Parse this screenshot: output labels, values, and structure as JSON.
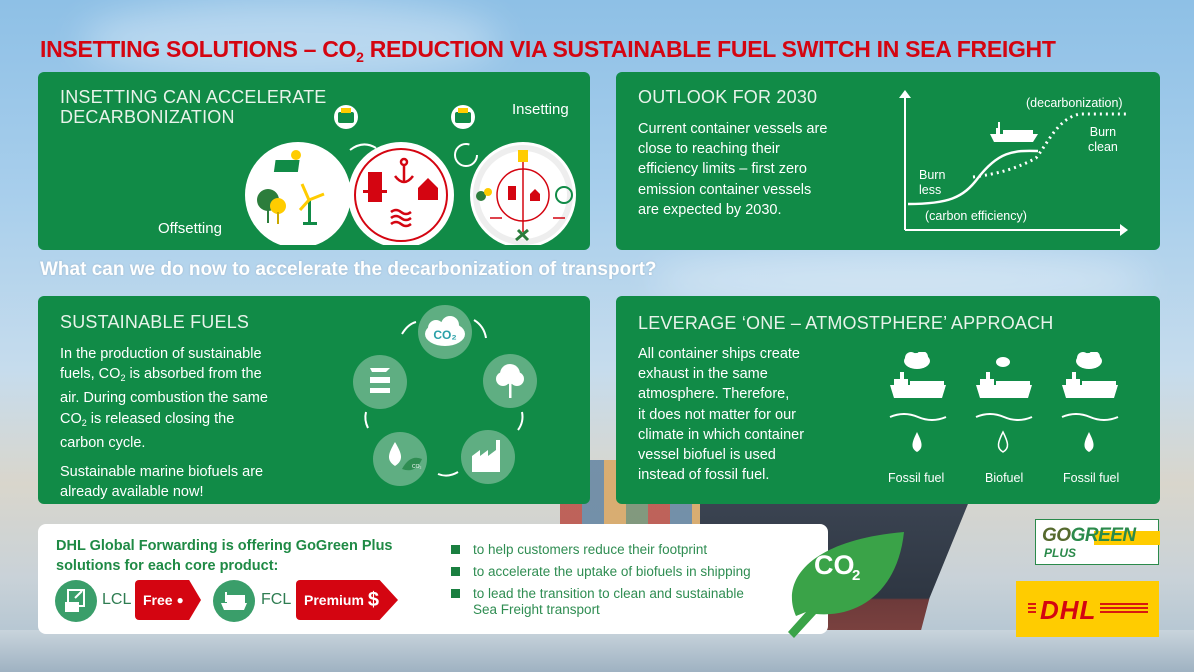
{
  "title": {
    "prefix": "INSETTING SOLUTIONS – CO",
    "sub": "2",
    "suffix": " REDUCTION VIA SUSTAINABLE FUEL SWITCH IN SEA FREIGHT"
  },
  "colors": {
    "title_red": "#d40511",
    "panel_green": "#118b47",
    "dhl_yellow": "#ffcc00",
    "text_green": "#1f8a45"
  },
  "panel_insetting": {
    "heading_line1": "INSETTING CAN ACCELERATE",
    "heading_line2": "DECARBONIZATION",
    "label_insetting": "Insetting",
    "label_offsetting": "Offsetting",
    "icons": [
      "wallet-icon",
      "solar-panel-icon",
      "trees-icon",
      "wind-turbine-icon",
      "anchor-icon",
      "port-icon",
      "house-icon",
      "waves-icon",
      "cycle-arrow-icon",
      "fuel-can-icon",
      "gears-icon",
      "wrench-icon",
      "no-truck-icon"
    ]
  },
  "panel_outlook": {
    "heading": "OUTLOOK FOR 2030",
    "body_lines": [
      "Current container vessels are",
      "close to reaching their",
      "efficiency limits – first zero",
      "emission container vessels",
      "are expected by 2030."
    ],
    "chart": {
      "label_decarbonization": "(decarbonization)",
      "label_burn_clean_1": "Burn",
      "label_burn_clean_2": "clean",
      "label_burn_less_1": "Burn",
      "label_burn_less_2": "less",
      "label_carbon_efficiency": "(carbon efficiency)"
    }
  },
  "question": "What can we do now to accelerate the decarbonization of transport?",
  "panel_fuels": {
    "heading": "SUSTAINABLE FUELS",
    "p1_line1": "In the production of sustainable",
    "p1_line2a": "fuels, CO",
    "p1_line2sub": "2",
    "p1_line2b": " is absorbed from the",
    "p1_line3": "air. During combustion the same",
    "p1_line4a": "CO",
    "p1_line4sub": "2",
    "p1_line4b": " is released closing the",
    "p1_line5": "carbon cycle.",
    "p2_line1": "Sustainable marine biofuels are",
    "p2_line2": "already available now!",
    "cycle": {
      "co2_label": "CO₂",
      "leaf_label": "CO₂",
      "steps": [
        "co2-cloud",
        "tree",
        "factory",
        "biofuel-drop",
        "transport-modes"
      ]
    }
  },
  "panel_atmosphere": {
    "heading": "LEVERAGE ‘ONE – ATMOSTPHERE’ APPROACH",
    "body_lines": [
      "All container ships create",
      "exhaust in the same",
      "atmosphere. Therefore,",
      "it does not matter for our",
      "climate in which container",
      "vessel biofuel is used",
      "instead of fossil fuel."
    ],
    "ships": [
      {
        "label": "Fossil fuel",
        "cloud": "large",
        "drop": "filled"
      },
      {
        "label": "Biofuel",
        "cloud": "small",
        "drop": "outline"
      },
      {
        "label": "Fossil fuel",
        "cloud": "large",
        "drop": "filled"
      }
    ]
  },
  "offer": {
    "heading_line1": "DHL Global Forwarding is offering GoGreen Plus",
    "heading_line2": "solutions for each core product:",
    "products": [
      {
        "name": "LCL",
        "tag": "Free",
        "tag_symbol": "●"
      },
      {
        "name": "FCL",
        "tag": "Premium",
        "tag_symbol": "$"
      }
    ],
    "bullets": [
      "to help customers reduce their footprint",
      "to accelerate the uptake of biofuels in shipping",
      "to lead the transition to clean and sustainable",
      "Sea Freight transport"
    ],
    "leaf_text": "CO",
    "leaf_sub": "2"
  },
  "logos": {
    "gogreen_go": "GO",
    "gogreen_green": "GREEN",
    "gogreen_plus": "PLUS",
    "dhl": "DHL"
  }
}
